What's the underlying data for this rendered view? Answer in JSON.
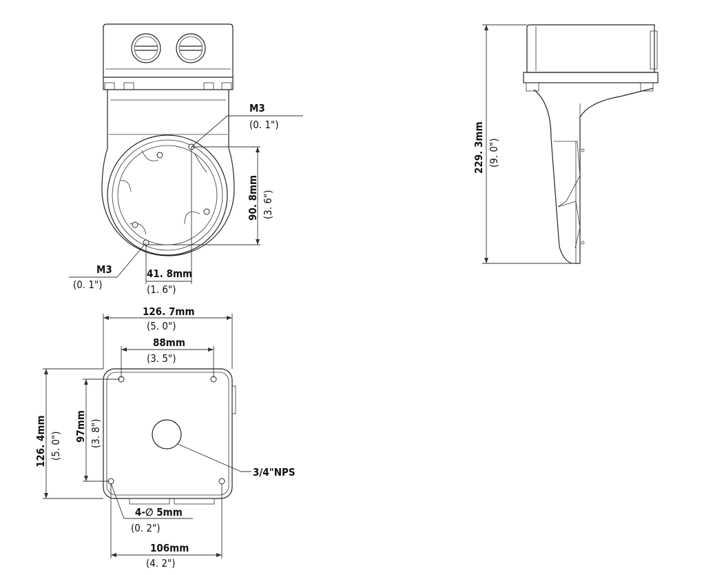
{
  "labels": {
    "m3_top": "M3",
    "m3_top_in": "(0. 1\")",
    "ring_height": "90. 8mm",
    "ring_height_in": "(3. 6\")",
    "m3_bottom": "M3",
    "m3_bottom_in": "(0. 1\")",
    "hole_offset": "41. 8mm",
    "hole_offset_in": "(1. 6\")",
    "side_height": "229. 3mm",
    "side_height_in": "(9. 0\")",
    "box_width": "126. 7mm",
    "box_width_in": "(5. 0\")",
    "hole_spacing_x": "88mm",
    "hole_spacing_x_in": "(3. 5\")",
    "box_height": "126. 4mm",
    "box_height_in": "(5. 0\")",
    "hole_spacing_y": "97mm",
    "hole_spacing_y_in": "(3. 8\")",
    "nps": "3/4\"NPS",
    "holes": "4-∅ 5mm",
    "holes_in": "(0. 2\")",
    "base_width": "106mm",
    "base_width_in": "(4. 2\")"
  }
}
